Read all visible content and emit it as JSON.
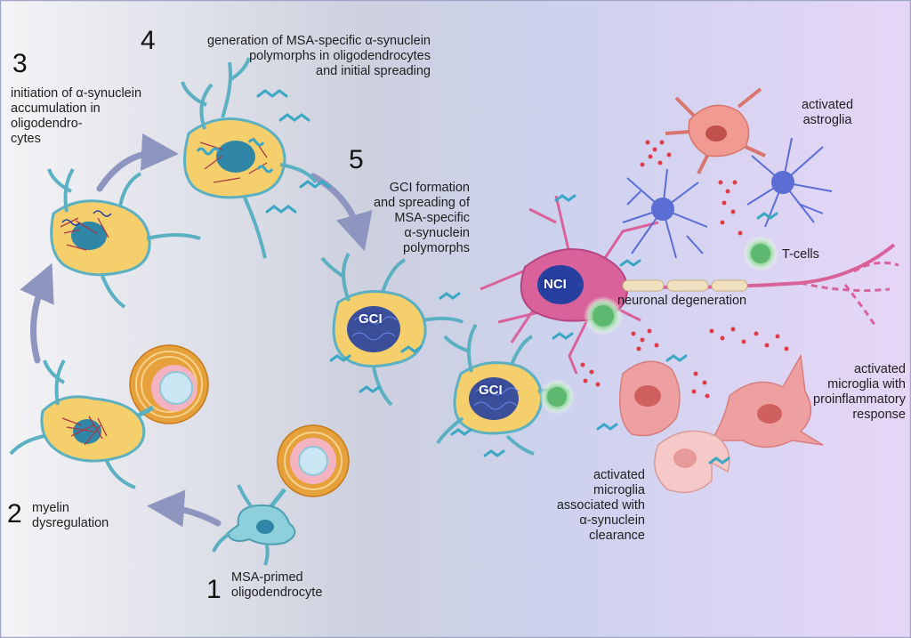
{
  "colors": {
    "bg_left": "#f4f4f6",
    "bg_right": "#e6d6f6",
    "oligo_fill": "#f5cf6b",
    "oligo_outline": "#5bb0c2",
    "nucleus": "#2f86a6",
    "myelin_orange": "#e7a13c",
    "myelin_pink": "#f3b3c0",
    "myelin_core": "#c9e6f2",
    "neuron": "#d9629a",
    "astrocyte_pink": "#f19a92",
    "astrocyte_blue": "#5a6ed4",
    "microglia": "#eea0a0",
    "tcell": "#8fd49c",
    "cytokine": "#e03c48",
    "alpha_syn": "#3aa7c4",
    "arrow": "#8e96c0",
    "aggregate_red": "#a8384a",
    "aggregate_blue": "#263fa0"
  },
  "steps": [
    {
      "number": "1",
      "label": "MSA-primed\noligodendrocyte"
    },
    {
      "number": "2",
      "label": "myelin\ndysregulation"
    },
    {
      "number": "3",
      "label": "initiation of α-synuclein\naccumulation in\noligodendro-\ncytes"
    },
    {
      "number": "4",
      "label": "generation  of MSA-specific α-synuclein\npolymorphs in oligodendrocytes\nand initial spreading"
    },
    {
      "number": "5",
      "label": "GCI formation\nand spreading of\nMSA-specific\nα-synuclein\npolymorphs"
    }
  ],
  "inclusions": {
    "gci": "GCI",
    "nci": "NCI"
  },
  "annotations": {
    "astroglia": "activated\nastroglia",
    "tcells": "T-cells",
    "neurodegeneration": "neuronal degeneration",
    "microglia_proinflammatory": "activated\nmicroglia with\nproinflammatory\nresponse",
    "microglia_clearance": "activated\nmicroglia\nassociated with\nα-synuclein\nclearance"
  }
}
